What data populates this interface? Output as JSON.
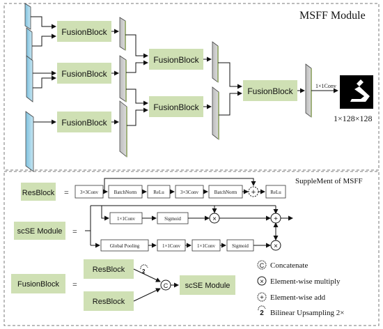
{
  "msff": {
    "title": "MSFF Module",
    "fusion_label": "FusionBlock",
    "conv_label": "1×1Conv",
    "output_size": "1×128×128"
  },
  "supplement": {
    "title": "SuppleMent of MSFF",
    "resblock": {
      "label": "ResBlock",
      "equals": "=",
      "steps": [
        "3×3Conv",
        "BatchNorm",
        "ReLu",
        "3×3Conv",
        "BatchNorm",
        "ReLu"
      ]
    },
    "scse": {
      "label": "scSE Module",
      "equals": "=",
      "top_steps": [
        "1×1Conv",
        "Sigmoid"
      ],
      "bottom_steps": [
        "Global Pooling",
        "1×1Conv",
        "1×1Conv",
        "Sigmoid"
      ]
    },
    "fusionblock": {
      "label": "FusionBlock",
      "equals": "=",
      "res1": "ResBlock",
      "res2": "ResBlock",
      "concat": "C",
      "up": "2",
      "scse": "scSE Module"
    },
    "legend": [
      {
        "symbol": "C",
        "text": "Concatenate"
      },
      {
        "symbol": "×",
        "text": "Element-wise multiply"
      },
      {
        "symbol": "+",
        "text": "Element-wise add"
      },
      {
        "symbol": "2",
        "text": "Bilinear Upsampling 2×"
      }
    ]
  },
  "colors": {
    "block_fill": "#cfe0b4",
    "feature_gray": "#c9c9c9",
    "feature_blue": "#a9d4e8",
    "feature_side_green": "#a9b98a",
    "border_dash": "#777777"
  }
}
